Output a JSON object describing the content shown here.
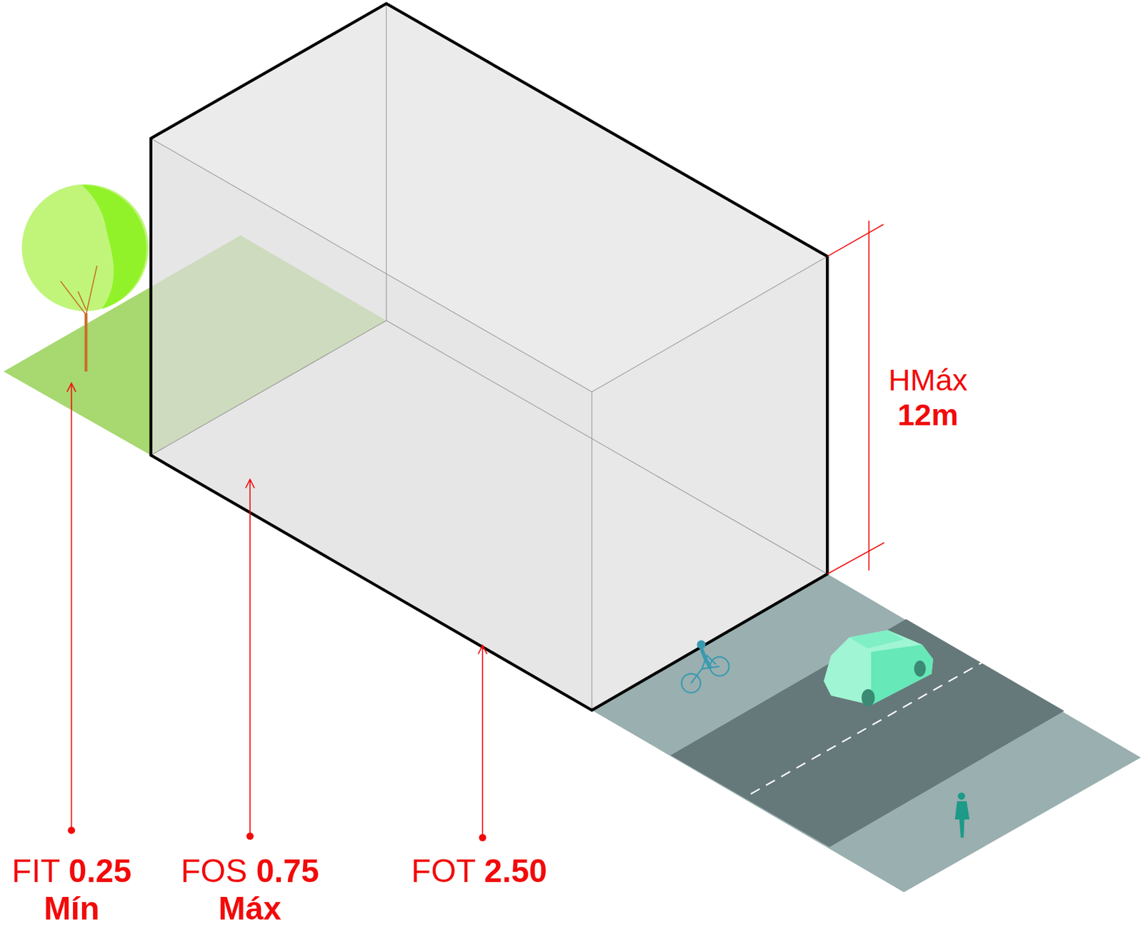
{
  "diagram": {
    "labels": [
      "FIT",
      "0.25",
      "Mín",
      "FOS",
      "0.75",
      "Máx",
      "FOT",
      "2.50",
      "HMáx",
      "12m"
    ]
  }
}
